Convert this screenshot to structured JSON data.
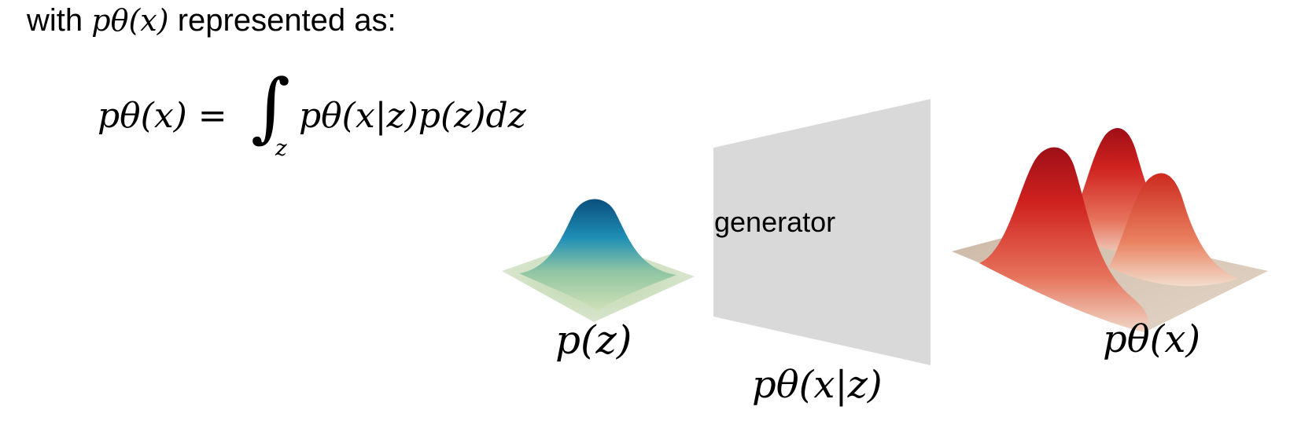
{
  "header": {
    "prefix": "with",
    "expr": "pθ(x)",
    "suffix": "represented as:"
  },
  "formula": {
    "lhs": "pθ(x) =",
    "integral": "∫",
    "integral_subscript": "z",
    "rhs": "pθ(x|z)p(z)dz"
  },
  "diagram": {
    "prior_label": "p(z)",
    "generator_label": "generator",
    "conditional_label": "pθ(x|z)",
    "output_label": "pθ(x)"
  },
  "colors": {
    "generator_fill": "#d9d9d9",
    "prior_peak": "#0b5e8c",
    "prior_base": "#d4e2c2",
    "output_peak": "#b3111a",
    "output_base": "#d9c6b3"
  }
}
